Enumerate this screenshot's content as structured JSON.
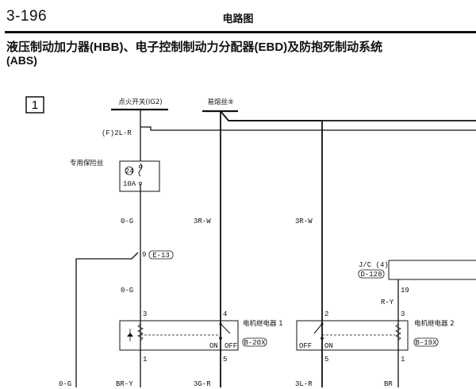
{
  "header": {
    "page_number": "3-196",
    "section_title": "电路图"
  },
  "diagram": {
    "title": "液压制动加力器(HBB)、电子控制制动力分配器(EBD)及防抱死制动系统",
    "title_abbr": "(ABS)",
    "frame_number": "1",
    "sources": {
      "ignition_switch": "点火开关(IG2)",
      "fusible_link": "易熔丝⑨"
    },
    "labels": {
      "f_2l_r": "(F)2L-R",
      "dedicated_fuse": "专用保险丝",
      "fuse_number": "24",
      "fuse_rating": "10A",
      "wire_0g_top": "0-G",
      "wire_3rw_left": "3R-W",
      "wire_3rw_right": "3R-W",
      "junction_pin": "9",
      "junction_connector": "E-13",
      "wire_0g_mid": "0-G",
      "jc_label": "J/C (4)",
      "jc_connector": "D-128",
      "pin_19": "19",
      "wire_ry": "R-Y",
      "pin_3_left": "3",
      "pin_4": "4",
      "pin_2": "2",
      "pin_3_right": "3",
      "pin_1_left": "1",
      "pin_5_left": "5",
      "pin_5_right": "5",
      "pin_1_right": "1",
      "relay1_name": "电机继电器 1",
      "relay1_connector": "B-20X",
      "relay2_name": "电机继电器 2",
      "relay2_connector": "B-19X",
      "on_left": "ON",
      "off_left": "OFF",
      "off_right": "OFF",
      "on_right": "ON",
      "bottom_0g": "0-G",
      "bottom_bry": "BR-Y",
      "bottom_3gr": "3G-R",
      "bottom_3lr": "3L-R",
      "bottom_br": "BR"
    }
  }
}
